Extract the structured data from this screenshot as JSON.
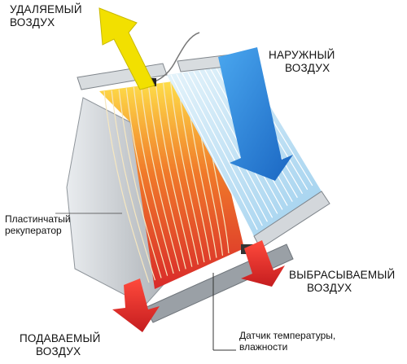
{
  "labels": {
    "exhaust_air": [
      "УДАЛЯЕМЫЙ",
      "ВОЗДУХ"
    ],
    "outdoor_air": [
      "НАРУЖНЫЙ",
      "ВОЗДУХ"
    ],
    "plate_recuperator": [
      "Пластинчатый",
      "рекуператор"
    ],
    "discharged_air": [
      "ВЫБРАСЫВАЕМЫЙ",
      "ВОЗДУХ"
    ],
    "supply_air": [
      "ПОДАВАЕМЫЙ",
      "ВОЗДУХ"
    ],
    "sensor": [
      "Датчик температуры,",
      "влажности"
    ]
  },
  "colors": {
    "exhaust_arrow": "#f2e000",
    "outdoor_arrow": "#1e7fd6",
    "discharged_arrow": "#e8262a",
    "supply_arrow": "#e8262a",
    "hot_plates": "#e23a2e",
    "cool_plates": "#bfe3f5",
    "housing": "#c9cdd2"
  }
}
